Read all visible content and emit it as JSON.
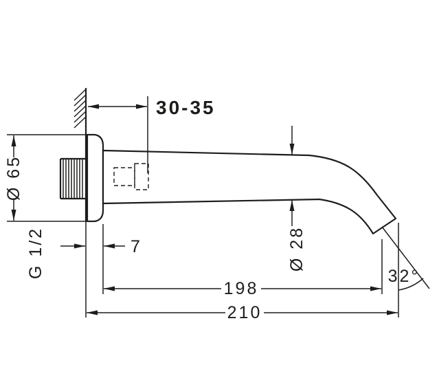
{
  "colors": {
    "line": "#1d1d1b",
    "background": "#ffffff"
  },
  "dimensions": {
    "install_depth": "30-35",
    "flange_diameter": "Ø 65",
    "thread_size": "G 1/2",
    "flange_offset": "7",
    "spout_diameter": "Ø 28",
    "spout_length": "198",
    "total_projection": "210",
    "outlet_angle": "32°"
  }
}
